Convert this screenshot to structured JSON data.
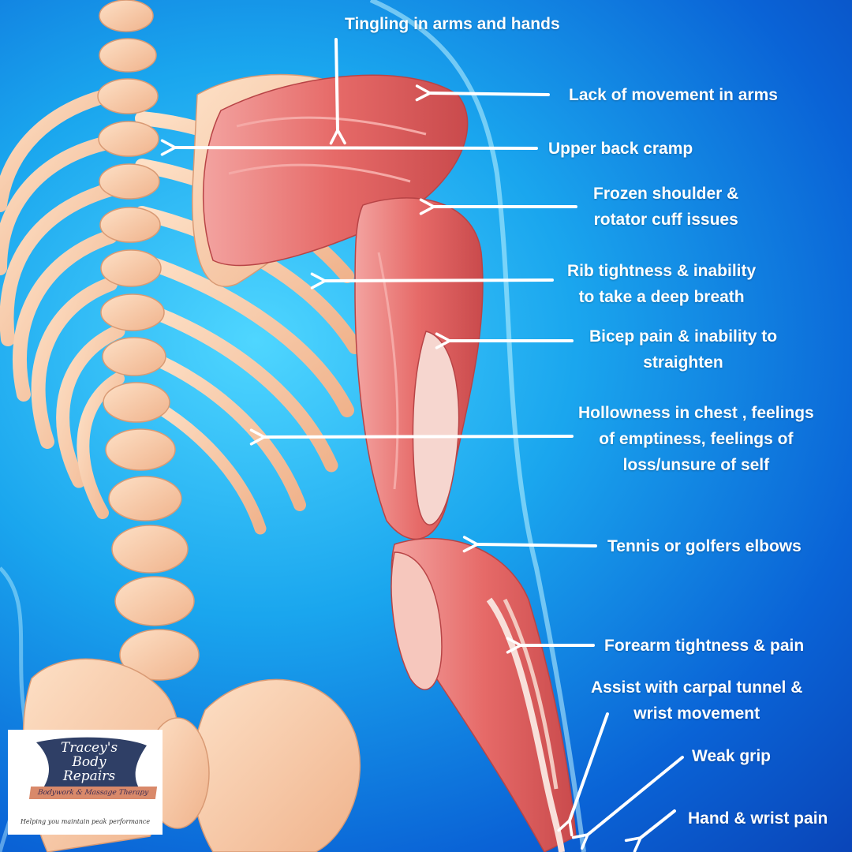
{
  "labels": [
    {
      "id": "tingling",
      "lines": [
        "Tingling in arms and hands"
      ]
    },
    {
      "id": "lack-movement",
      "lines": [
        "Lack of movement in arms"
      ]
    },
    {
      "id": "upper-back",
      "lines": [
        "Upper back cramp"
      ]
    },
    {
      "id": "frozen-shoulder",
      "lines": [
        "Frozen shoulder &",
        "rotator cuff issues"
      ]
    },
    {
      "id": "rib-tightness",
      "lines": [
        "Rib tightness & inability",
        "to take a deep breath"
      ]
    },
    {
      "id": "bicep-pain",
      "lines": [
        "Bicep pain & inability to",
        "straighten"
      ]
    },
    {
      "id": "hollowness",
      "lines": [
        "Hollowness in chest , feelings",
        "of emptiness, feelings of",
        "loss/unsure of self"
      ]
    },
    {
      "id": "tennis-elbow",
      "lines": [
        "Tennis or golfers elbows"
      ]
    },
    {
      "id": "forearm",
      "lines": [
        "Forearm tightness & pain"
      ]
    },
    {
      "id": "carpal-tunnel",
      "lines": [
        "Assist with carpal tunnel &",
        "wrist movement"
      ]
    },
    {
      "id": "weak-grip",
      "lines": [
        "Weak grip"
      ]
    },
    {
      "id": "hand-wrist",
      "lines": [
        "Hand & wrist pain"
      ]
    }
  ],
  "logo": {
    "brand_line1": "Tracey's",
    "brand_line2": "Body Repairs",
    "ribbon": "Bodywork & Massage Therapy",
    "tagline": "Helping you maintain peak performance"
  },
  "colors": {
    "background": "#1aa6ee",
    "bone": "#f6c9a3",
    "muscle": "#e96b6b",
    "label": "#ffffff",
    "logo_accent": "#2f3f66",
    "logo_ribbon": "#d9896a"
  }
}
